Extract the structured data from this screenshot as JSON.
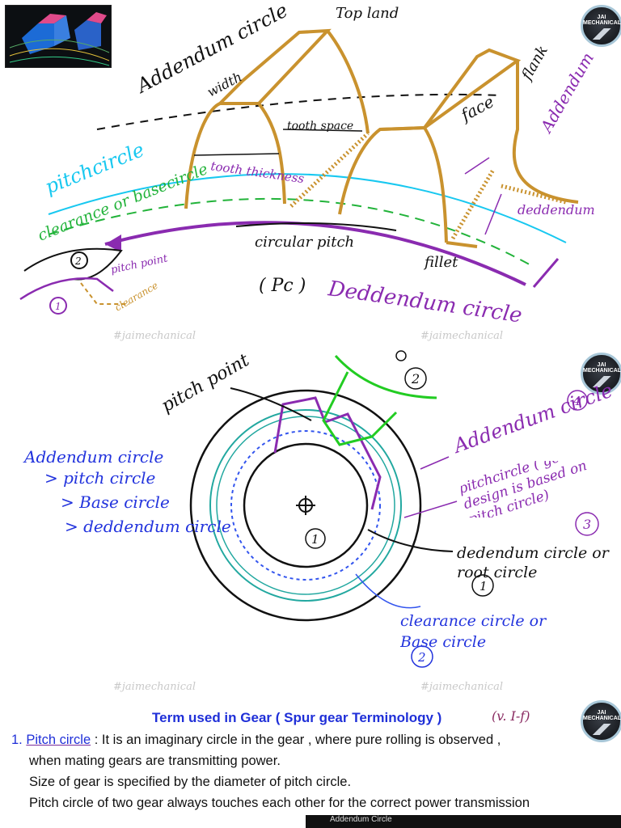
{
  "top": {
    "labels": {
      "addendum_circle": "Addendum circle",
      "width": "width",
      "top_land": "Top land",
      "tooth_space": "tooth space",
      "flank": "flank",
      "face": "face",
      "addendum": "Addendum",
      "pitch_circle": "pitchcircle",
      "tooth_thickness": "tooth thickness",
      "clearance_base": "clearance or basecircle",
      "dedendum": "deddendum",
      "circular_pitch": "circular pitch",
      "pc": "( Pc )",
      "fillet": "fillet",
      "dedendum_circle": "Deddendum circle",
      "pitch_point": "pitch point",
      "clearance": "clearance",
      "num_1": "1",
      "num_2": "2"
    },
    "watermarks": [
      "#jaimechanical",
      "#jaimechanical"
    ]
  },
  "middle": {
    "labels": {
      "pitch_point": "pitch point",
      "num_2": "2",
      "num_1": "1",
      "addendum_circle": "Addendum circle",
      "num_4": "4",
      "pitchcircle_note": "pitchcircle ( gear design is based on pitch circle)",
      "num_3": "3",
      "dedendum_circle": "dedendum circle or root circle",
      "clearance_circle": "clearance circle or Base circle",
      "order_1": "Addendum circle",
      "order_2": "> pitch circle",
      "order_3": "> Base circle",
      "order_4": "> deddendum circle"
    },
    "watermarks": [
      "#jaimechanical",
      "#jaimechanical"
    ]
  },
  "bottom": {
    "title": "Term used in Gear ( Spur gear Terminology )",
    "note": "(v. I-f)",
    "item_number": "1.",
    "term": "Pitch circle",
    "line1_rest": ": It is an imaginary circle in the gear , where pure rolling is observed ,",
    "line2": "when mating gears are transmitting power.",
    "line3": "Size of gear is specified by the diameter of pitch circle.",
    "line4": "Pitch circle of two gear always touches each other for the correct power transmission",
    "strip_text": "Addendum Circle"
  },
  "badge_text": "JAI MECHANICAL",
  "colors": {
    "gear_outline": "#c9922e",
    "pitch": "#18c8f0",
    "clearance": "#22b33a",
    "dedendum": "#8a2bb0",
    "ink": "#111111",
    "blue_ink": "#2233dd",
    "teal": "#22a8a0"
  }
}
